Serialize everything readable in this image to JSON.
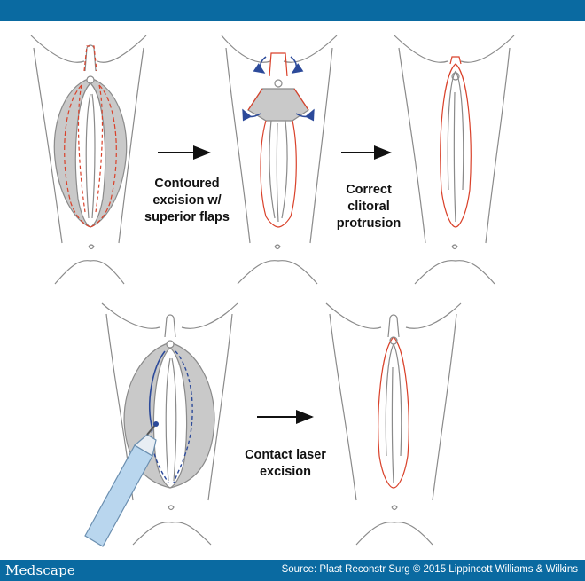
{
  "header": {},
  "diagram": {
    "labels": {
      "step1": [
        "Contoured",
        "excision w/",
        "superior flaps"
      ],
      "step2": [
        "Correct",
        "clitoral",
        "protrusion"
      ],
      "step3": [
        "Contact laser",
        "excision"
      ]
    },
    "colors": {
      "incision_red": "#d9412a",
      "laser_blue": "#2c4a9a",
      "shaded_tissue": "#c9c9c9",
      "outline": "#8a8a8a",
      "laser_handpiece": "#b9d6ee"
    },
    "arrows": [
      "right-arrow",
      "right-arrow",
      "right-arrow"
    ]
  },
  "footer": {
    "brand": "Medscape",
    "source": "Source: Plast Reconstr Surg © 2015 Lippincott Williams & Wilkins"
  }
}
